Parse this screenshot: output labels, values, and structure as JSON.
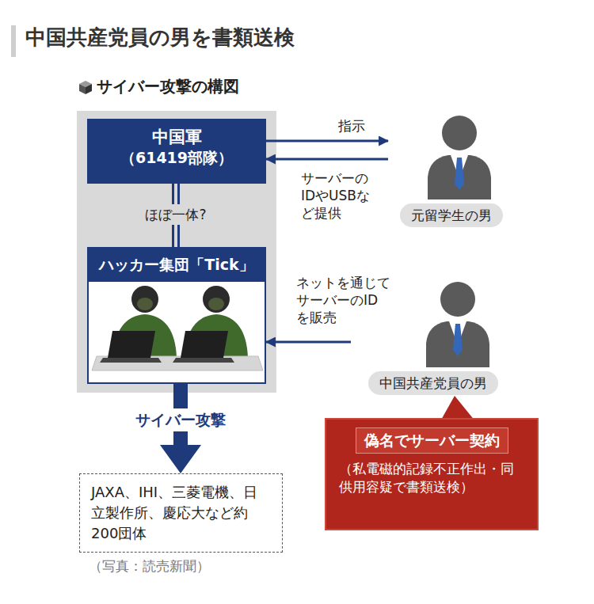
{
  "diagram": {
    "title": "中国共産党員の男を書類送検",
    "caption": "（写真：読売新聞）",
    "nodes": [
      {
        "text": [
          "中国軍",
          "（61419部隊）"
        ]
      },
      {
        "text": [
          "ハッカー集団「Tick」"
        ]
      },
      {
        "text": [
          "元留学生の男"
        ]
      },
      {
        "text": [
          "中国共産党員の男"
        ]
      },
      {
        "text": [
          "偽名でサーバー契約",
          "（私電磁的記録不正作出・同供用容疑で書類送検）"
        ]
      },
      {
        "text": [
          "JAXA、IHI、三菱電機、日立製作所、慶応大など約200団体"
        ]
      }
    ],
    "edges": [
      {
        "from": 0,
        "to": 2,
        "arrow": "to",
        "label": "指示"
      },
      {
        "from": 2,
        "to": 0,
        "arrow": "to",
        "label": "サーバーのIDやUSBなど提供"
      },
      {
        "from": 0,
        "to": 1,
        "arrow": "none",
        "label": "ほぼ一体?"
      },
      {
        "from": 3,
        "to": 1,
        "arrow": "to",
        "label": "ネットを通じてサーバーのIDを販売"
      },
      {
        "from": 1,
        "to": 5,
        "arrow": "to",
        "label": "サイバー攻撃"
      }
    ],
    "labels": [
      "サイバー攻撃の構図"
    ]
  }
}
